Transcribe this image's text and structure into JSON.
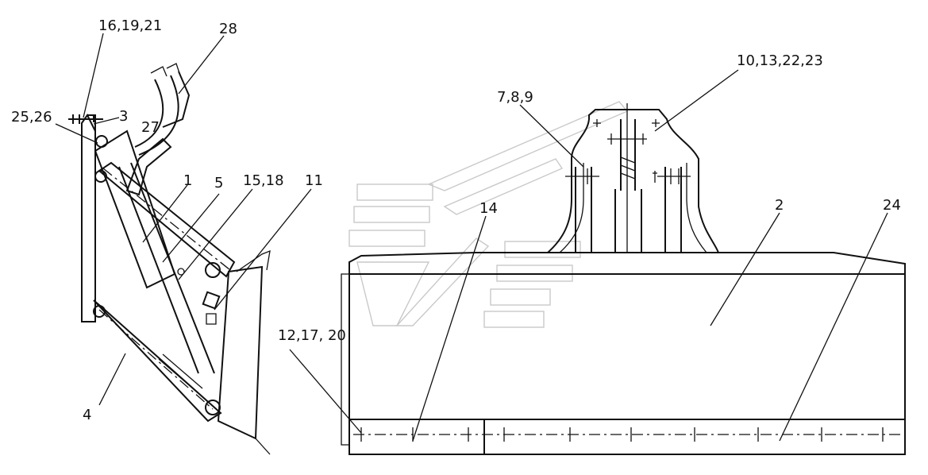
{
  "labels": {
    "l_16_19_21": "16,19,21",
    "l_28": "28",
    "l_3": "3",
    "l_25_26": "25,26",
    "l_27": "27",
    "l_1": "1",
    "l_5": "5",
    "l_15_18": "15,18",
    "l_11": "11",
    "l_4": "4",
    "l_7_8_9": "7,8,9",
    "l_10_13_22_23": "10,13,22,23",
    "l_14": "14",
    "l_2": "2",
    "l_24": "24",
    "l_12_17_20": "12,17, 20"
  }
}
